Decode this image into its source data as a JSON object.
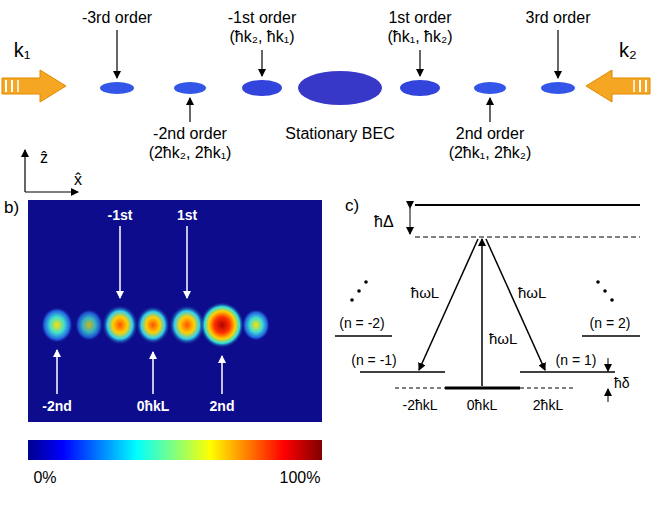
{
  "diagram": {
    "labels": [
      "k₁",
      "-3rd order",
      "-1st order (ħk₂, ħk₁)",
      "1st order (ħk₁, ħk₂)",
      "3rd order",
      "k₂",
      "-2nd order (2ħk₂, 2ħk₁)",
      "Stationary BEC",
      "2nd order (2ħk₁, 2ħk₂)",
      "ẑ",
      "x̂",
      "b)",
      "-1st",
      "1st",
      "-2nd",
      "0ħkL",
      "2nd",
      "0%",
      "100%",
      "c)",
      "ħΔ",
      "ħωL",
      "ħωL",
      "ħωL",
      "(n = -2)",
      "(n = 2)",
      "(n = -1)",
      "(n = 1)",
      "-2ħkL",
      "0ħkL",
      "ħδ",
      "2ħkL"
    ]
  }
}
